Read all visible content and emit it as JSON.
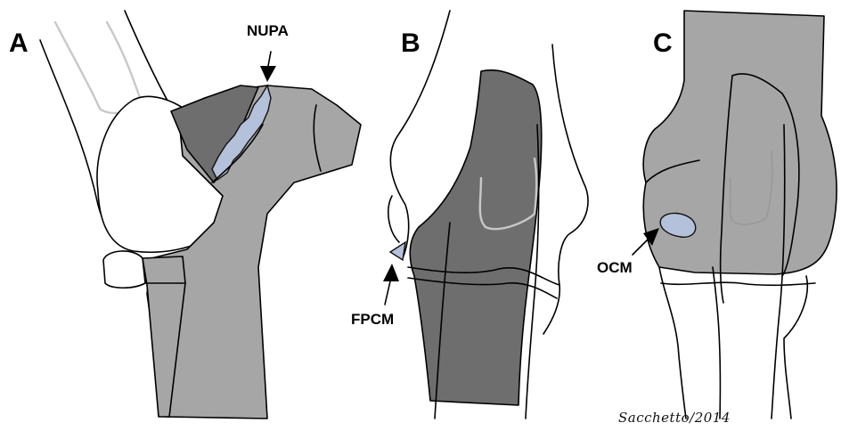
{
  "panels": [
    {
      "letter": "A",
      "callout": "NUPA"
    },
    {
      "letter": "B",
      "callout": "FPCM"
    },
    {
      "letter": "C",
      "callout": "OCM"
    }
  ],
  "signature": "Sacchetto/2014",
  "colors": {
    "bone_gray": "#a6a6a6",
    "bone_dark_gray": "#6e6e6e",
    "lesion_blue": "#b4c1da",
    "outline": "#000000"
  }
}
